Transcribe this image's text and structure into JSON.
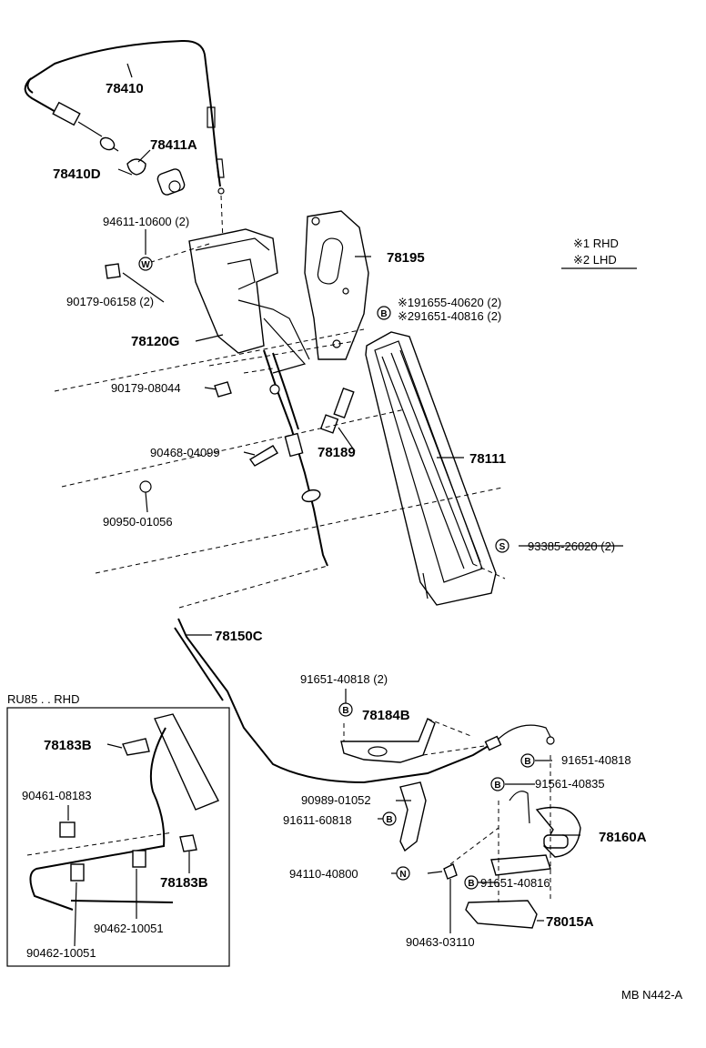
{
  "legend": {
    "rhd": "※1 RHD",
    "lhd": "※2 LHD"
  },
  "inset_title": "RU85 . . RHD",
  "diagram_code": "MB N442-A",
  "parts": {
    "p78410": "78410",
    "p78411A": "78411A",
    "p78410D": "78410D",
    "p94611": "94611-10600 (2)",
    "p90179_06158": "90179-06158 (2)",
    "p78195": "78195",
    "p91655": "※191655-40620 (2)",
    "p291651": "※291651-40816 (2)",
    "p78120G": "78120G",
    "p90179_08044": "90179-08044",
    "p78189": "78189",
    "p90468": "90468-04099",
    "p78111": "78111",
    "p90950": "90950-01056",
    "p93385": "93385-26020 (2)",
    "p78150C": "78150C",
    "p91651_2": "91651-40818 (2)",
    "p78184B": "78184B",
    "p91651_40818": "91651-40818",
    "p91561": "91561-40835",
    "p90989": "90989-01052",
    "p91611": "91611-60818",
    "p78160A": "78160A",
    "p94110": "94110-40800",
    "p91651_40816": "91651-40816",
    "p78015A": "78015A",
    "p90463": "90463-03110",
    "p78183B_a": "78183B",
    "p90461": "90461-08183",
    "p78183B_b": "78183B",
    "p90462_a": "90462-10051",
    "p90462_b": "90462-10051"
  },
  "symbols": {
    "w": "W",
    "b": "B",
    "s": "S",
    "n": "N"
  }
}
